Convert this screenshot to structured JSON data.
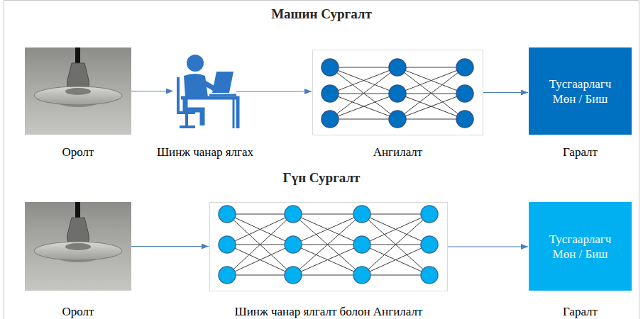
{
  "diagram": {
    "title": "Машин Сургалт",
    "nodes": [
      {
        "text": [
          "Оролт"
        ]
      },
      {
        "text": [
          "Шинж чанар ялгах"
        ]
      },
      {
        "text": [
          "Ангилалт"
        ]
      },
      {
        "text": [
          "Тусгаарлагч Мөн / Биш",
          "Гаралт"
        ]
      },
      {
        "text": [
          "Оролт"
        ]
      },
      {
        "text": [
          "Шинж чанар ялгалт болон Ангилалт"
        ]
      },
      {
        "text": [
          "Тусгаарлагч Мөн / Биш",
          "Гаралт"
        ]
      }
    ],
    "edges": [
      {
        "from": 0,
        "to": 1,
        "arrow": "to"
      },
      {
        "from": 1,
        "to": 2,
        "arrow": "to"
      },
      {
        "from": 2,
        "to": 3,
        "arrow": "to"
      },
      {
        "from": 4,
        "to": 5,
        "arrow": "to"
      },
      {
        "from": 5,
        "to": 6,
        "arrow": "to"
      }
    ],
    "labels": [
      "Гүн Сургалт"
    ]
  }
}
